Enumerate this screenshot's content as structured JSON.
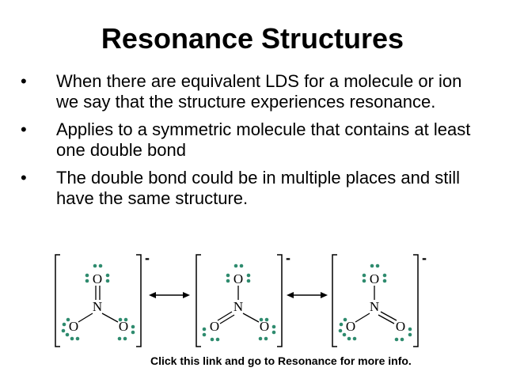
{
  "slide": {
    "title": "Resonance Structures",
    "bullets": [
      "When there are equivalent LDS for a molecule or ion we say that the structure experiences resonance.",
      "Applies to a symmetric molecule that contains at least one double bond",
      "The double bond could be in multiple places and still have the same structure."
    ],
    "bullet_glyph": "•"
  },
  "diagram": {
    "structures": [
      {
        "top": "O",
        "center": "N",
        "left": "O",
        "right": "O",
        "charge": "-",
        "double_bond": "top"
      },
      {
        "top": "O",
        "center": "N",
        "left": "O",
        "right": "O",
        "charge": "-",
        "double_bond": "left"
      },
      {
        "top": "O",
        "center": "N",
        "left": "O",
        "right": "O",
        "charge": "-",
        "double_bond": "right"
      }
    ],
    "electron_color": "#2e8b6e"
  },
  "link": {
    "text": "Click this link and go to Resonance for more info."
  }
}
